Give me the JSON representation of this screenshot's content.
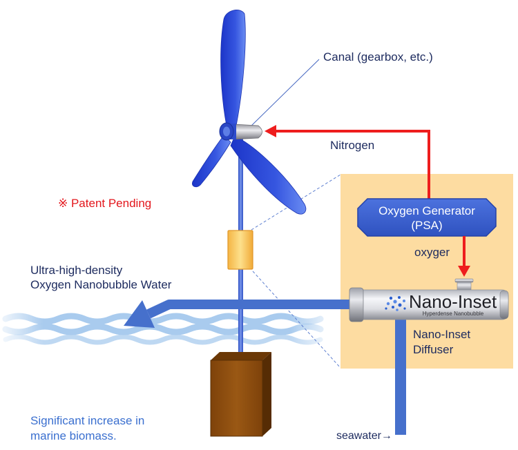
{
  "turbine": {
    "nacelle_label": "Canal (gearbox, etc.)"
  },
  "nitrogen_label": "Nitrogen",
  "patent_note": "※ Patent Pending",
  "oxygen_generator": {
    "line1": "Oxygen Generator",
    "line2": "(PSA)"
  },
  "oxygen_label": "oxyger",
  "nanobubble_output": {
    "line1": "Ultra-high-density",
    "line2": "Oxygen Nanobubble Water"
  },
  "diffuser": {
    "logo_text": "Nano-Inset",
    "logo_tagline": "Hyperdense Nanobubble",
    "logo_icon": "nanobubble-dots-icon",
    "label_line1": "Nano-Inset",
    "label_line2": "Diffuser"
  },
  "seawater_label": "seawater→",
  "outcome": {
    "line1": "Significant increase in",
    "line2": "marine biomass."
  },
  "colors": {
    "label_text": "#1c2a5e",
    "patent_text": "#e3161c",
    "nitrogen_flow": "#ee1d1d",
    "oxygen_flow": "#ee1d1d",
    "generator_text": "#ffffff",
    "system_panel": "#fddca1",
    "water_flow": "#4670cc",
    "outcome_text": "#3a6fcf",
    "foundation": "#8c4c0c"
  }
}
